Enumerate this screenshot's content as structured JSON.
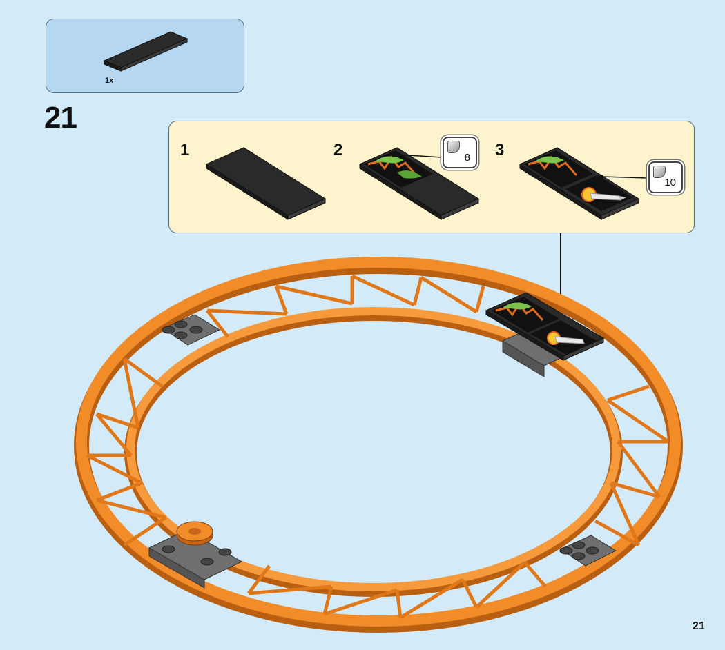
{
  "parts_list": {
    "quantity": "1x"
  },
  "step": {
    "number": "21"
  },
  "substeps": [
    {
      "number": "1"
    },
    {
      "number": "2",
      "sticker_ref": "8"
    },
    {
      "number": "3",
      "sticker_ref": "10"
    }
  ],
  "page": {
    "number": "21"
  },
  "colors": {
    "background": "#d3ebf9",
    "parts_box": "#b5d7f2",
    "callout": "#fdf3cc",
    "track_orange": "#f28c28",
    "tile_black": "#252525"
  }
}
